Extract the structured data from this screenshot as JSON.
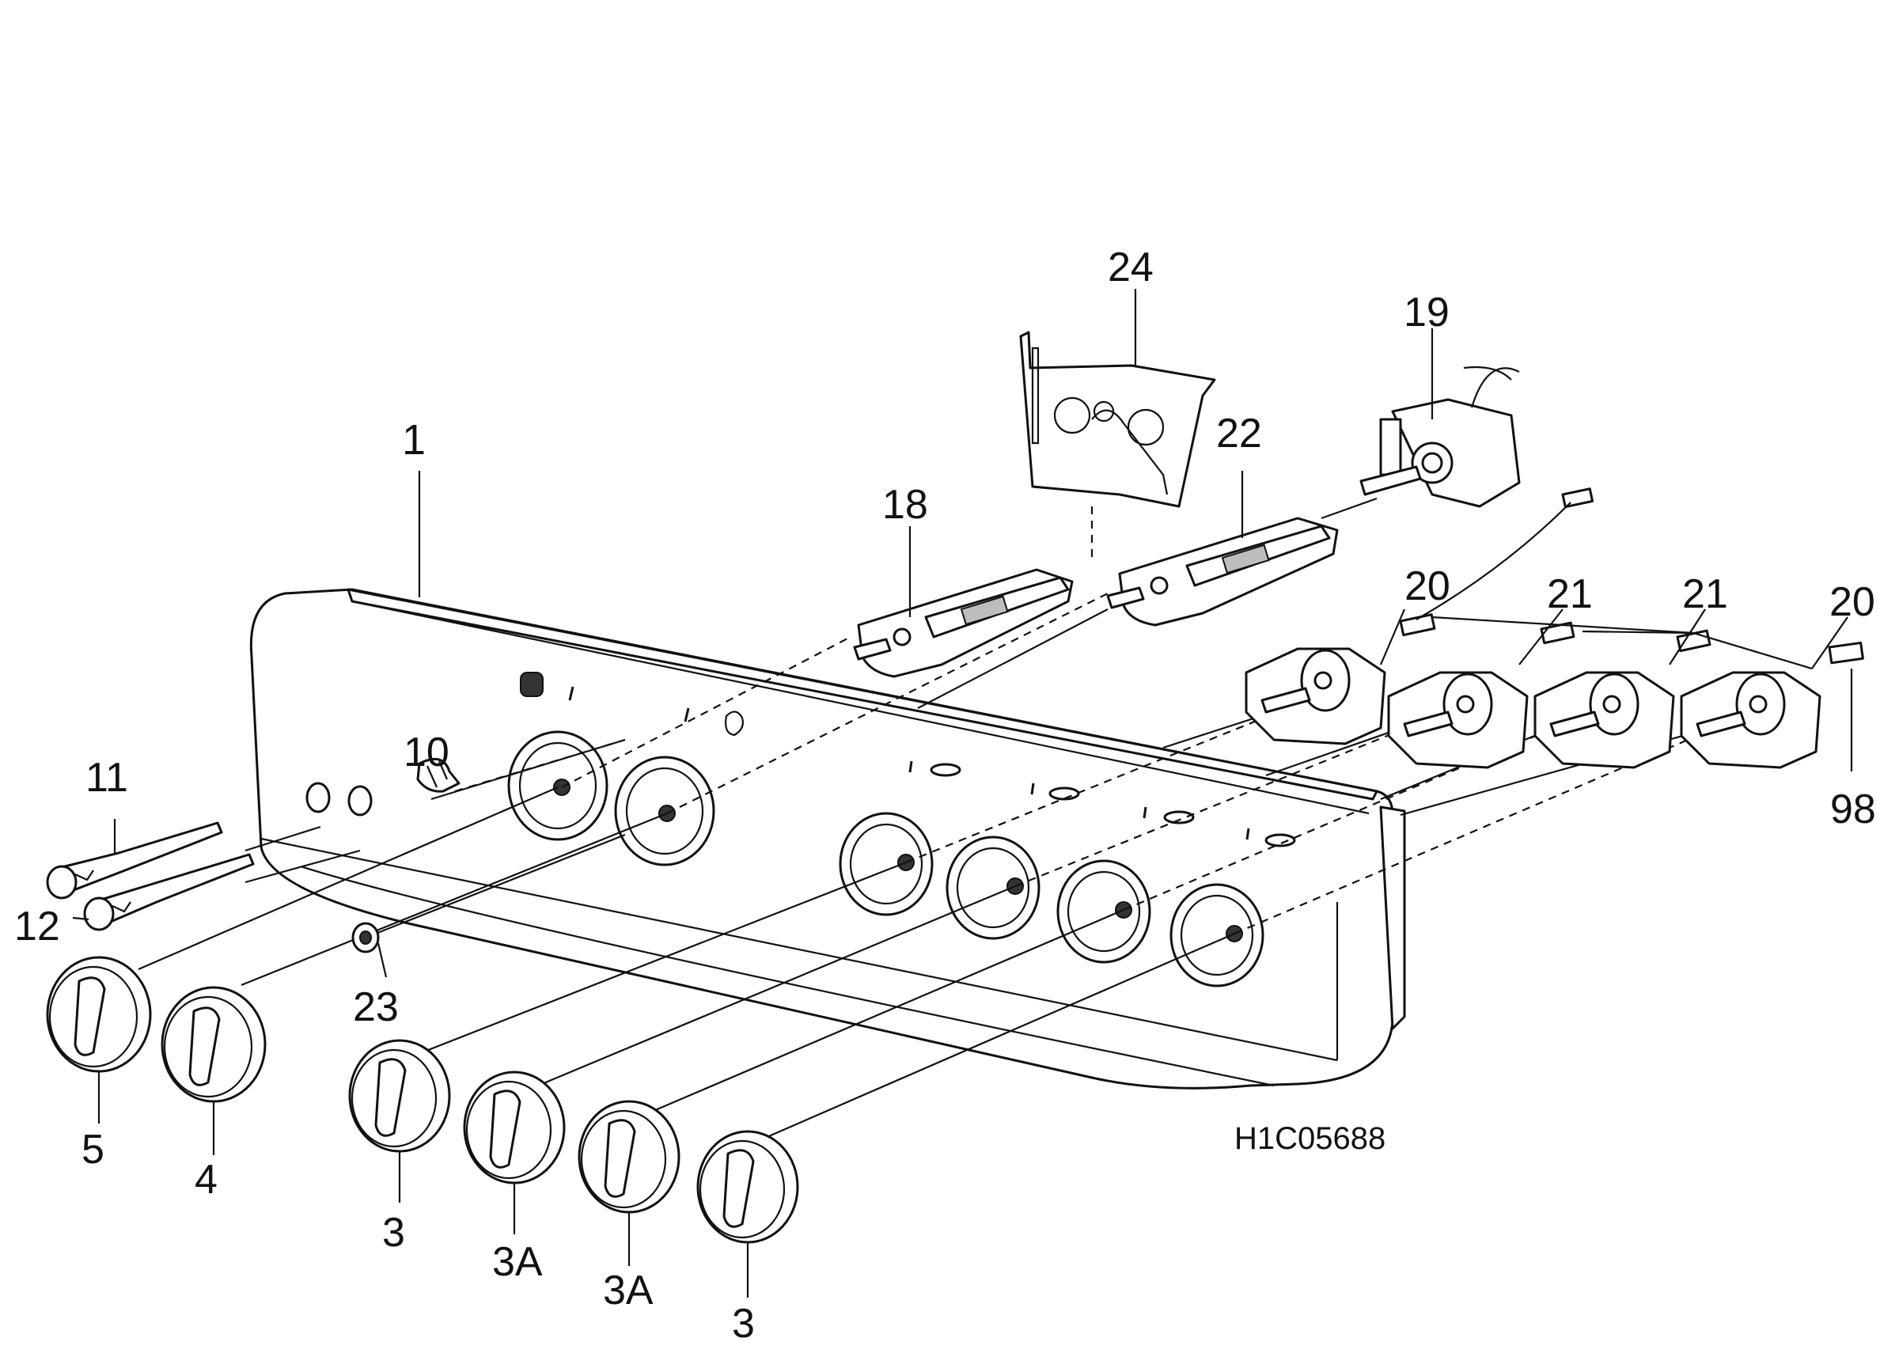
{
  "drawing_code": "H1C05688",
  "callouts": {
    "panel": "1",
    "knob_5": "5",
    "knob_4": "4",
    "knob_3_left": "3",
    "knob_3a_left": "3A",
    "knob_3a_right": "3A",
    "knob_3_right": "3",
    "pushbutton_11": "11",
    "pushbutton_12": "12",
    "lamp_10": "10",
    "lamp_holder_23": "23",
    "switch_18": "18",
    "switch_22": "22",
    "bracket_24": "24",
    "thermostat_19": "19",
    "regulator_20_left": "20",
    "regulator_21_left": "21",
    "regulator_21_right": "21",
    "regulator_20_right": "20",
    "connector_98": "98"
  }
}
